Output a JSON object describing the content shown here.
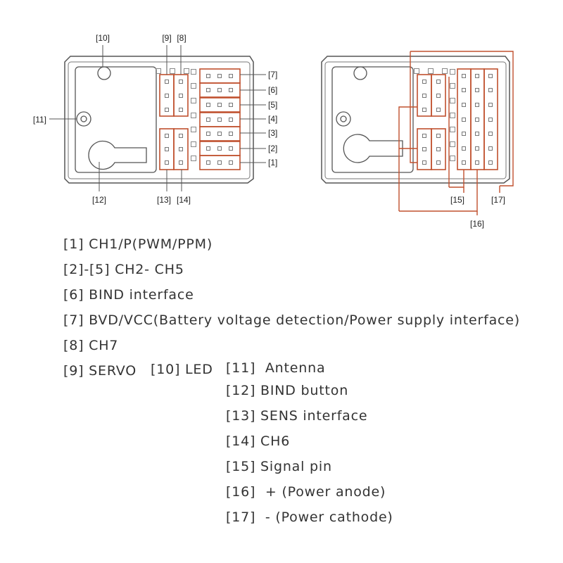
{
  "callouts": {
    "c1": "[1]",
    "c2": "[2]",
    "c3": "[3]",
    "c4": "[4]",
    "c5": "[5]",
    "c6": "[6]",
    "c7": "[7]",
    "c8": "[8]",
    "c9": "[9]",
    "c10": "[10]",
    "c11": "[11]",
    "c12": "[12]",
    "c13": "[13]",
    "c14": "[14]",
    "c15": "[15]",
    "c16": "[16]",
    "c17": "[17]"
  },
  "legend": {
    "item1": "[1] CH1/P(PWM/PPM)",
    "item2": "[2]-[5] CH2- CH5",
    "item6": "[6] BIND interface",
    "item7": "[7] BVD/VCC(Battery voltage detection/Power supply interface)",
    "item8": "[8] CH7",
    "item9": "[9] SERVO",
    "item10": "[10] LED",
    "item11": "[11]  Antenna",
    "item12": "[12] BIND button",
    "item13": "[13] SENS interface",
    "item14": "[14] CH6",
    "item15": "[15] Signal pin",
    "item16": "[16]  + (Power anode)",
    "item17": "[17]  - (Power cathode)"
  },
  "colors": {
    "outline": "#555555",
    "connector": "#c0502e",
    "pin": "#777777",
    "text": "#333333"
  }
}
